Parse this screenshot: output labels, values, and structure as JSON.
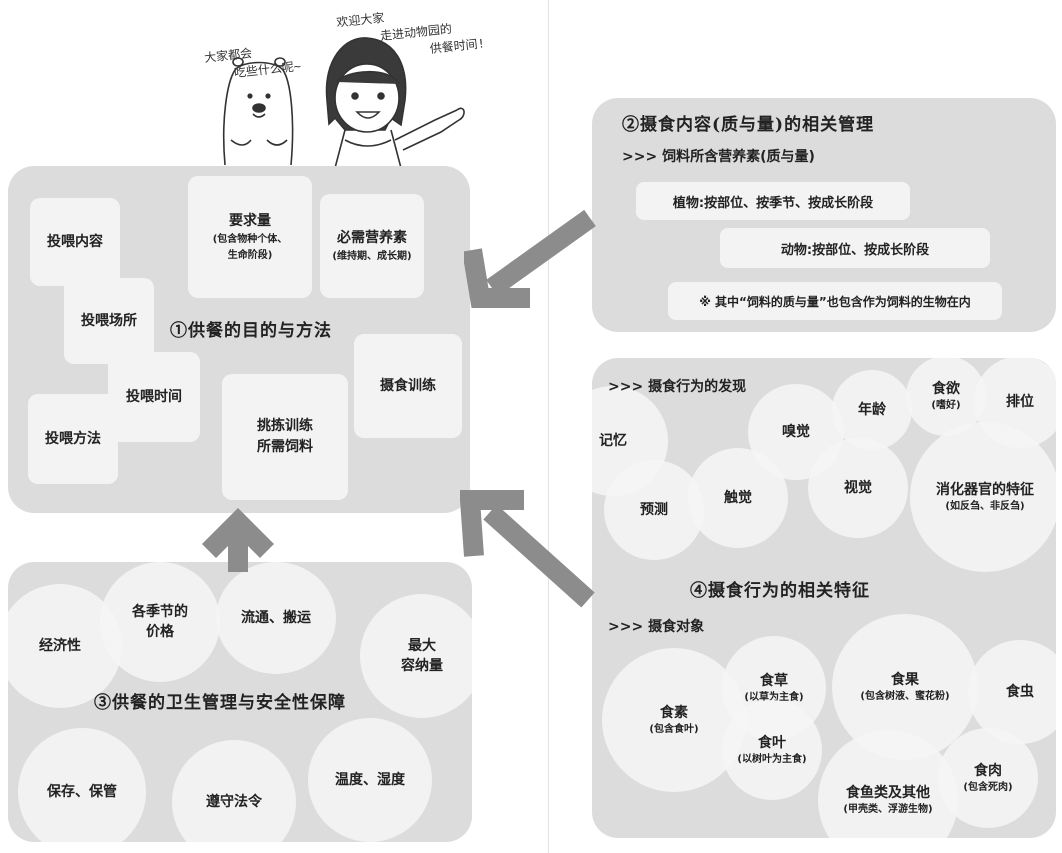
{
  "speech": {
    "bear_line1": "大家都会",
    "bear_line2": "吃些什么呢~",
    "girl_line1": "欢迎大家",
    "girl_line2": "走进动物园的",
    "girl_line3": "供餐时间!"
  },
  "panel1": {
    "title": "①供餐的目的与方法",
    "feeding_content": "投喂内容",
    "feeding_place": "投喂场所",
    "feeding_time": "投喂时间",
    "feeding_method": "投喂方法",
    "requirement": {
      "label": "要求量",
      "note1": "(包含物种个体、",
      "note2": "生命阶段)"
    },
    "nutrients": {
      "label": "必需营养素",
      "note": "(维持期、成长期)"
    },
    "feeding_training": "摄食训练",
    "select_training": {
      "line1": "挑拣训练",
      "line2": "所需饲料"
    }
  },
  "panel2": {
    "title": "②摄食内容(质与量)的相关管理",
    "subheading": ">>> 饲料所含营养素(质与量)",
    "plants": "植物:按部位、按季节、按成长阶段",
    "animals": "动物:按部位、按成长阶段",
    "note": "※ 其中“饲料的质与量”也包含作为饲料的生物在内"
  },
  "panel3": {
    "title": "③供餐的卫生管理与安全性保障",
    "economy": "经济性",
    "seasonal_price": {
      "line1": "各季节的",
      "line2": "价格"
    },
    "distribution": "流通、搬运",
    "max_capacity": {
      "line1": "最大",
      "line2": "容纳量"
    },
    "storage": "保存、保管",
    "compliance": "遵守法令",
    "temperature": "温度、湿度"
  },
  "panel4": {
    "title": "④摄食行为的相关特征",
    "discovery_heading": ">>> 摄食行为的发现",
    "memory": "记忆",
    "smell": "嗅觉",
    "age": "年龄",
    "appetite": {
      "label": "食欲",
      "note": "(嗜好)"
    },
    "rank": "排位",
    "prediction": "预测",
    "touch": "触觉",
    "vision": "视觉",
    "digestive": {
      "label": "消化器官的特征",
      "note": "(如反刍、非反刍)"
    },
    "target_heading": ">>> 摄食对象",
    "herbivore": {
      "label": "食素",
      "note": "(包含食叶)"
    },
    "grass": {
      "label": "食草",
      "note": "(以草为主食)"
    },
    "leaf": {
      "label": "食叶",
      "note": "(以树叶为主食)"
    },
    "fruit": {
      "label": "食果",
      "note": "(包含树液、蜜花粉)"
    },
    "insect": "食虫",
    "fish": {
      "label": "食鱼类及其他",
      "note": "(甲壳类、浮游生物)"
    },
    "meat": {
      "label": "食肉",
      "note": "(包含死肉)"
    }
  }
}
